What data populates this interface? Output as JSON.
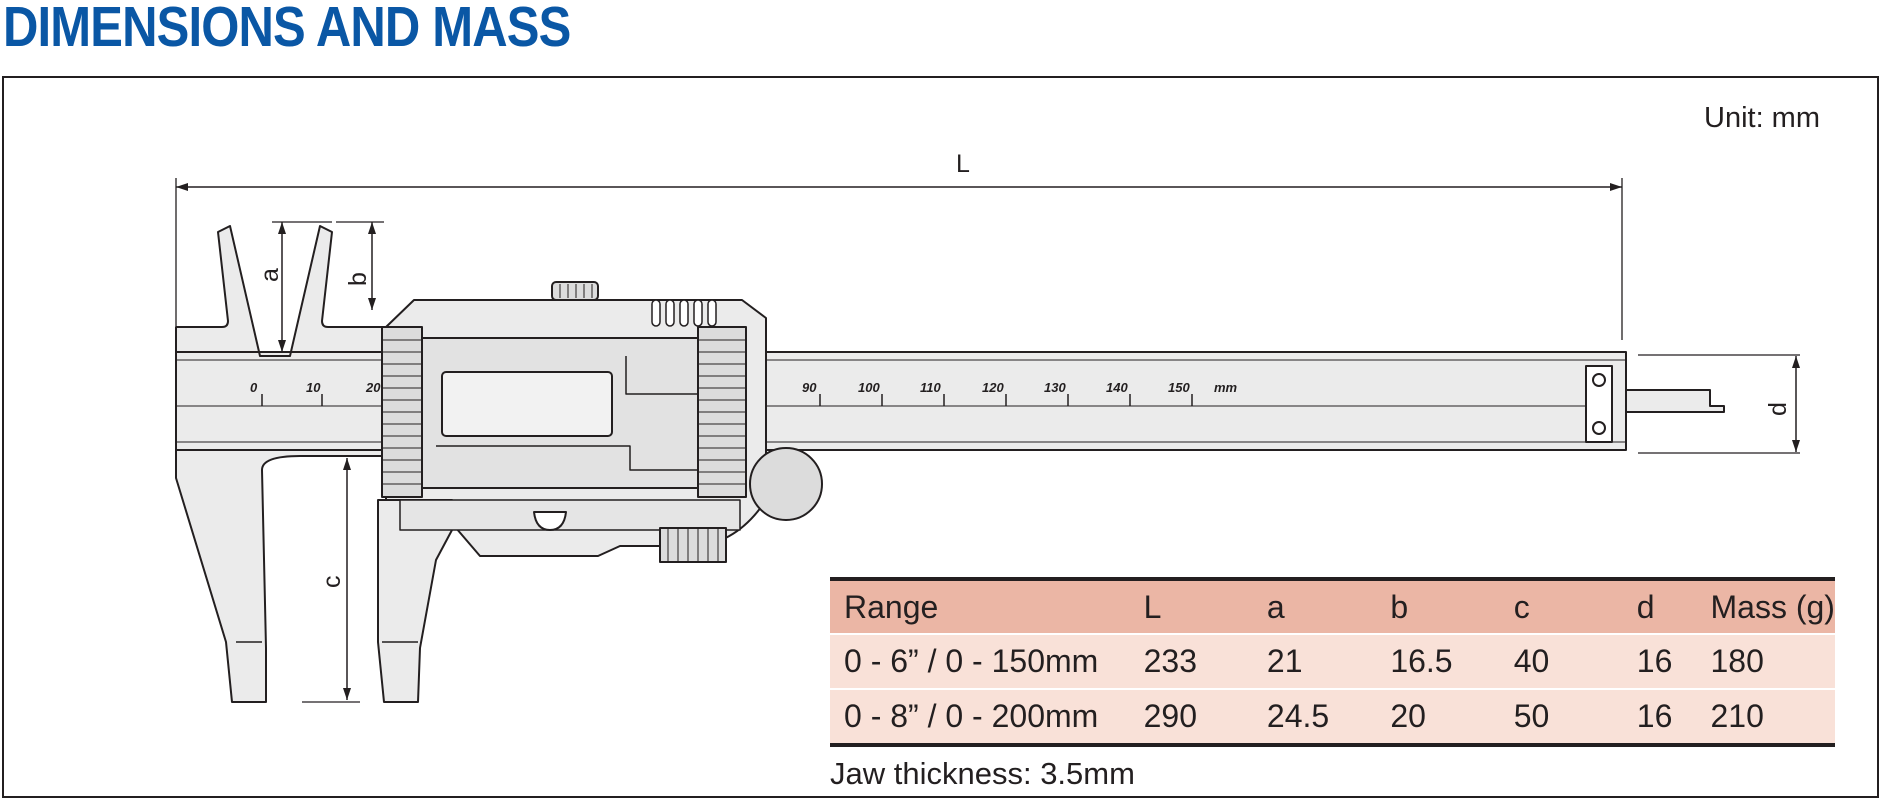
{
  "title": "DIMENSIONS AND MASS",
  "unit_label": "Unit: mm",
  "dimension_labels": {
    "L": "L",
    "a": "a",
    "b": "b",
    "c": "c",
    "d": "d"
  },
  "scale": {
    "left_numbers": [
      "0",
      "10",
      "20"
    ],
    "right_numbers": [
      "90",
      "100",
      "110",
      "120",
      "130",
      "140",
      "150"
    ],
    "unit": "mm"
  },
  "table": {
    "headers": [
      "Range",
      "L",
      "a",
      "b",
      "c",
      "d",
      "Mass (g)"
    ],
    "rows": [
      [
        "0 - 6”  / 0 - 150mm",
        "233",
        "21",
        "16.5",
        "40",
        "16",
        "180"
      ],
      [
        "0 - 8”  / 0 - 200mm",
        "290",
        "24.5",
        "20",
        "50",
        "16",
        "210"
      ]
    ]
  },
  "note": "Jaw thickness: 3.5mm",
  "colors": {
    "title": "#0a57a5",
    "table_header": "#ebb6a5",
    "table_row": "#f9e1d8",
    "line": "#231f20"
  }
}
